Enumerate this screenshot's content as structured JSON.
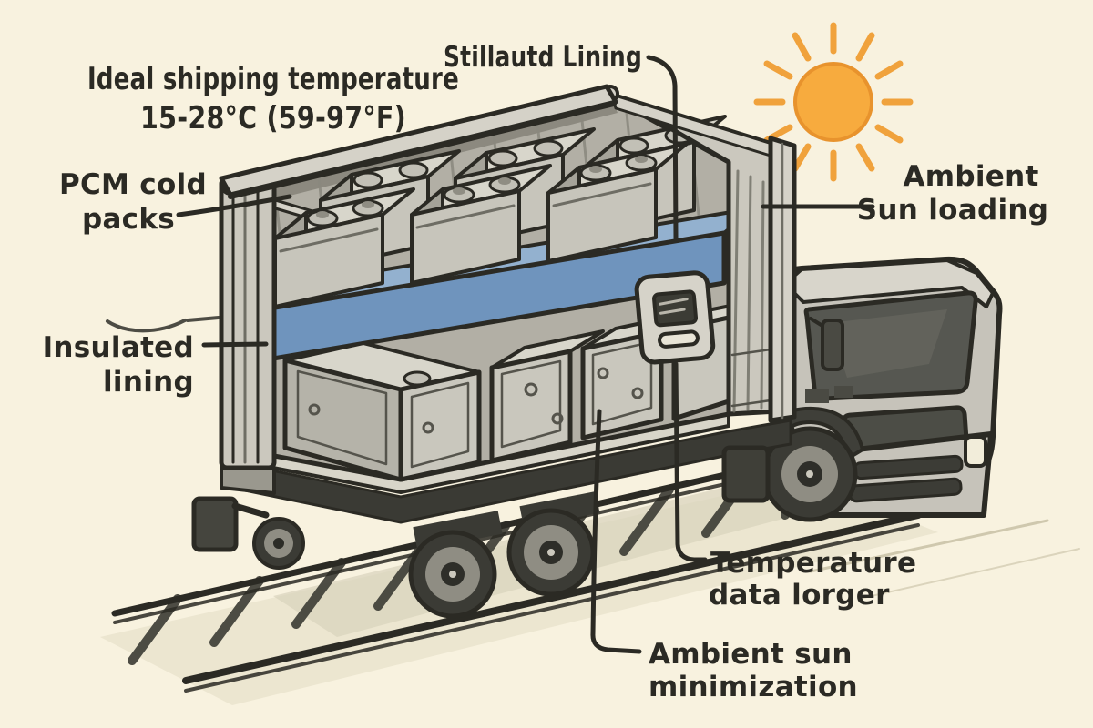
{
  "annotations": {
    "ideal_temp": {
      "line1": "Ideal shipping temperature",
      "line2": "15-28°C (59-97°F)"
    },
    "insulated_lining_top": {
      "label": "Stillautd Lining"
    },
    "pcm_cold_packs": {
      "line1": "PCM cold",
      "line2": "packs"
    },
    "insulated_lining": {
      "line1": "Insulated",
      "line2": "lining"
    },
    "ambient_sun_loading": {
      "line1": "Ambient",
      "line2": "Sun loading"
    },
    "temperature_data_logger": {
      "line1": "Temperature",
      "line2": "data lorger"
    },
    "ambient_sun_minimization": {
      "line1": "Ambient sun",
      "line2": "minimization"
    }
  },
  "scene": {
    "elements": [
      "sun-icon",
      "railway-track",
      "trailer-chassis",
      "trailer-wheels",
      "truck-cab",
      "shipping-container",
      "battery-boxes",
      "cargo-boxes",
      "pcm-cold-pack-tray",
      "temperature-data-logger-device"
    ]
  },
  "colors": {
    "paper": "#f8f2df",
    "ink": "#2b2a24",
    "sun_fill": "#f7ab3e",
    "sun_stroke": "#e8932d",
    "sun_ray": "#f0a23c",
    "gray_light": "#d5d2c8",
    "gray_mid": "#cbc8be",
    "interior": "#b2afa5",
    "interior_dark": "#87857b",
    "battery_top": "#d8d6cb",
    "battery_front": "#c7c5bb",
    "battery_side": "#a5a399",
    "tray_blue": "#6f94bd",
    "tray_blue_light": "#93b1cf",
    "floor_light": "#d8d5c9",
    "chassis_dark": "#3a3a34",
    "track_tie": "#44443c",
    "wheel_dark": "#3b3b35",
    "wheel_ring": "#8f8d83",
    "truck_body": "#c6c3ba",
    "truck_roof": "#d8d5cb",
    "glass": "#565751",
    "glass_hi": "#707169",
    "shadow": "#e8e2cc",
    "shadow2": "#d9d3bc",
    "headlight": "#f2edda",
    "ground_line": "#cfc8ae"
  }
}
